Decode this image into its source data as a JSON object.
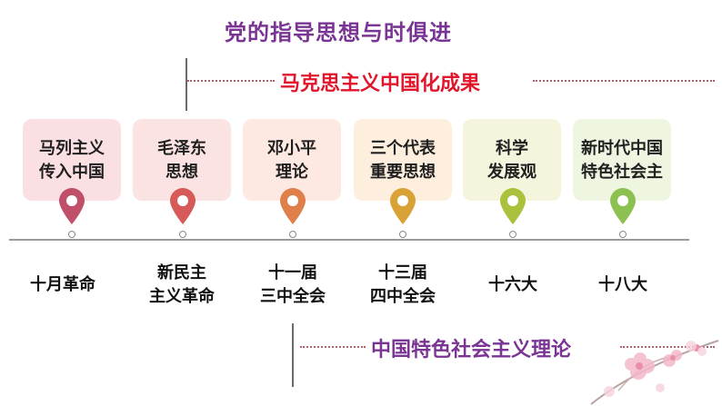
{
  "title": "党的指导思想与时俱进",
  "subtitle_top": "马克思主义中国化成果",
  "subtitle_bottom": "中国特色社会主义理论",
  "stages": [
    {
      "label": "马列主义\n传入中国",
      "event": "十月革命",
      "card_color": "#fbe0e3",
      "pin_color": "#c0506a"
    },
    {
      "label": "毛泽东\n思想",
      "event": "新民主\n主义革命",
      "card_color": "#fbe3e3",
      "pin_color": "#d65a57"
    },
    {
      "label": "邓小平\n理论",
      "event": "十一届\n三中全会",
      "card_color": "#fde9e1",
      "pin_color": "#df7f4a"
    },
    {
      "label": "三个代表\n重要思想",
      "event": "十三届\n四中全会",
      "card_color": "#fdeedd",
      "pin_color": "#d8a236"
    },
    {
      "label": "科学\n发展观",
      "event": "十六大",
      "card_color": "#f4f5dc",
      "pin_color": "#a9c13c"
    },
    {
      "label": "新时代中国\n特色社会主",
      "event": "十八大",
      "card_color": "#eef6e1",
      "pin_color": "#8cc152"
    }
  ]
}
